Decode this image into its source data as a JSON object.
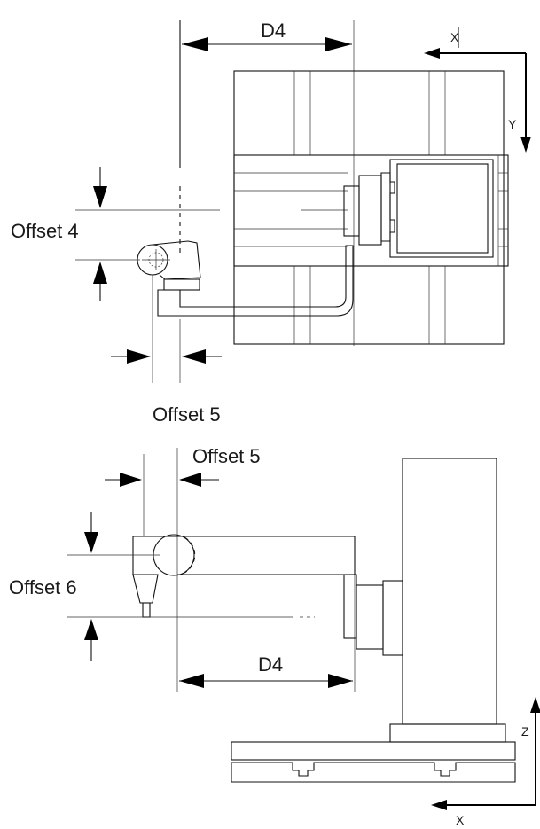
{
  "top_view": {
    "dim_d4": "D4",
    "dim_offset4": "Offset 4",
    "dim_offset5": "Offset 5",
    "axis_x": "X",
    "axis_y": "Y"
  },
  "side_view": {
    "dim_offset5": "Offset 5",
    "dim_offset6": "Offset 6",
    "dim_d4": "D4",
    "axis_z": "Z",
    "axis_x": "X"
  }
}
